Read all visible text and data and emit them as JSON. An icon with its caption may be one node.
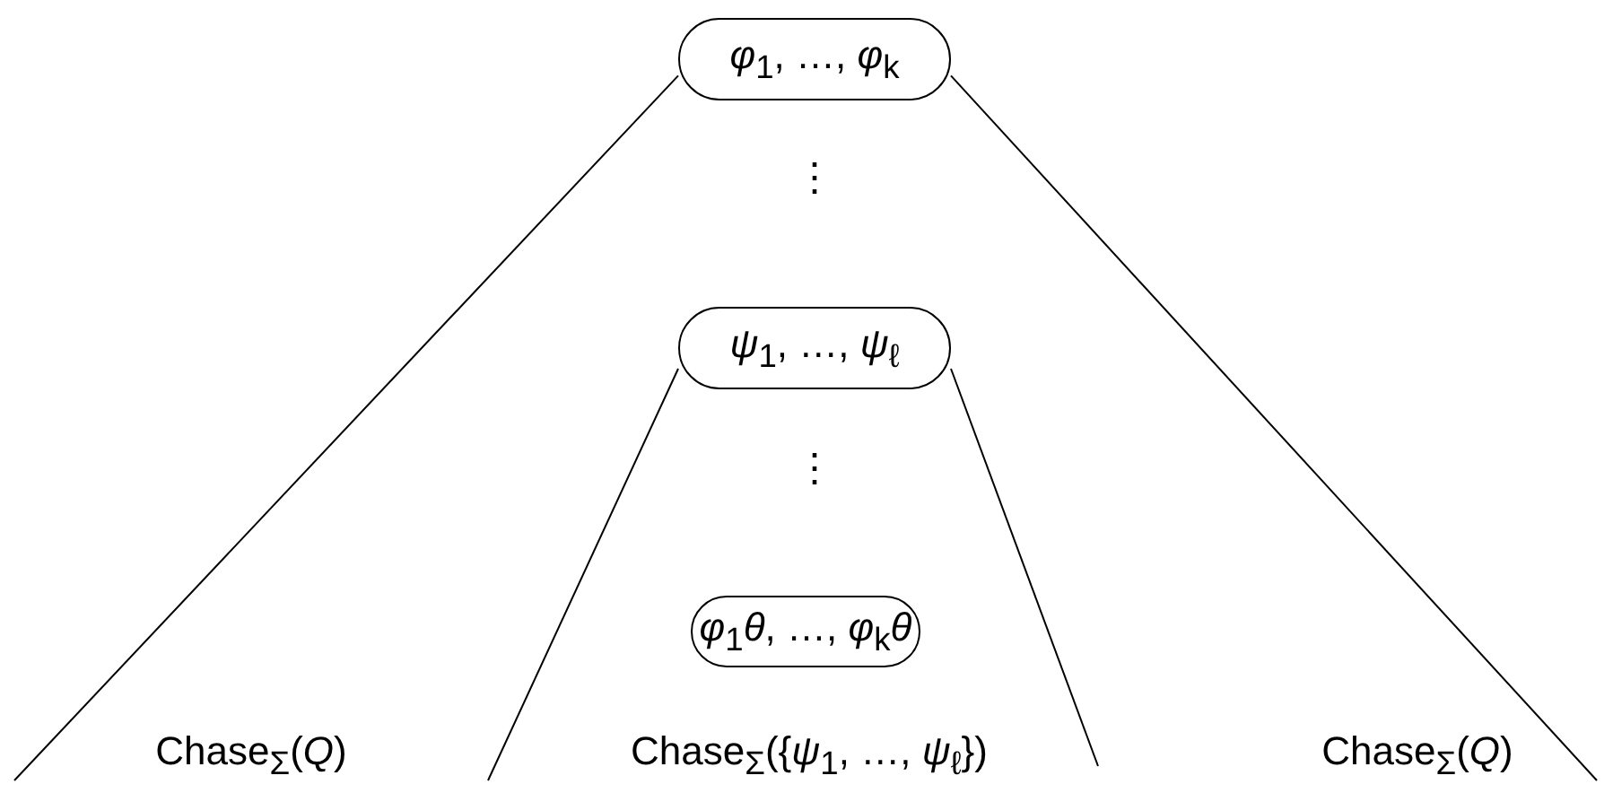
{
  "diagram": {
    "nodes": [
      {
        "text": [
          "*φ*$_{1}$, …, *φ*$_{k}$"
        ]
      },
      {
        "text": [
          "*ψ*$_{1}$, …, *ψ*$_{ℓ}$"
        ]
      },
      {
        "text": [
          "*φ*$_{1}$*θ*, …, *φ*$_{k}$*θ*"
        ]
      }
    ],
    "edges": [
      {
        "from": 0,
        "to": null,
        "arrow": "none"
      },
      {
        "from": 0,
        "to": null,
        "arrow": "none"
      },
      {
        "from": 1,
        "to": null,
        "arrow": "none"
      },
      {
        "from": 1,
        "to": null,
        "arrow": "none"
      }
    ],
    "labels": [
      "⋮",
      "⋮",
      "Chase$_{Σ}$(*Q*)",
      "Chase$_{Σ}$({*ψ*$_{1}$, …, *ψ*$_{ℓ}$})",
      "Chase$_{Σ}$(*Q*)"
    ]
  }
}
